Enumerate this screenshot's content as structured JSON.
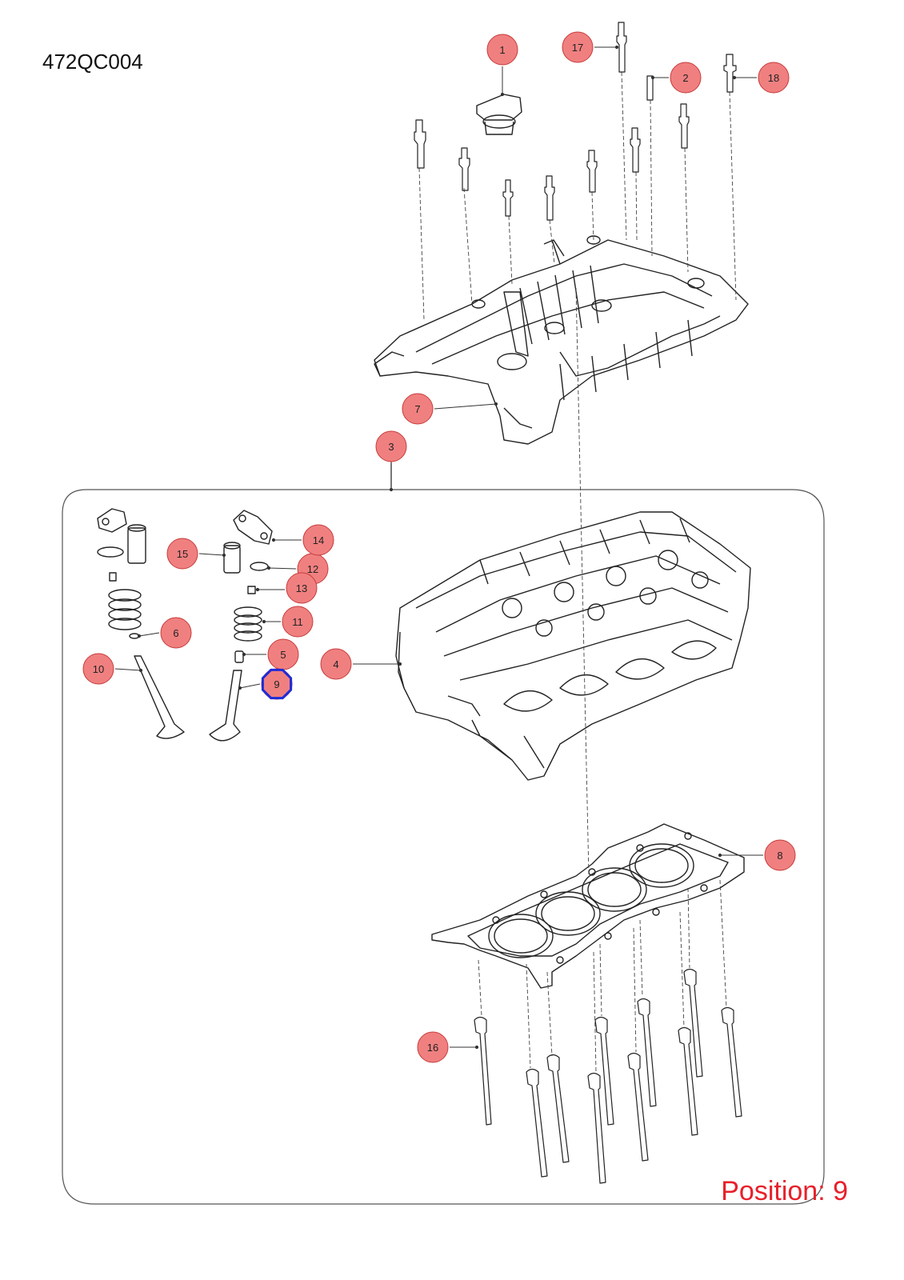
{
  "diagram": {
    "code": "472QC004",
    "position_label": "Position: 9",
    "selected_callout": "9",
    "colors": {
      "callout_fill": "#f08080",
      "callout_stroke": "#c83c3c",
      "selection": "#1f2bd6",
      "position_text": "#e8202a",
      "line_art": "#222222"
    },
    "callouts": [
      {
        "id": "1",
        "label": "1"
      },
      {
        "id": "2",
        "label": "2"
      },
      {
        "id": "3",
        "label": "3"
      },
      {
        "id": "4",
        "label": "4"
      },
      {
        "id": "5",
        "label": "5"
      },
      {
        "id": "6",
        "label": "6"
      },
      {
        "id": "7",
        "label": "7"
      },
      {
        "id": "8",
        "label": "8"
      },
      {
        "id": "9",
        "label": "9"
      },
      {
        "id": "10",
        "label": "10"
      },
      {
        "id": "11",
        "label": "11"
      },
      {
        "id": "12",
        "label": "12"
      },
      {
        "id": "13",
        "label": "13"
      },
      {
        "id": "14",
        "label": "14"
      },
      {
        "id": "15",
        "label": "15"
      },
      {
        "id": "16",
        "label": "16"
      },
      {
        "id": "17",
        "label": "17"
      },
      {
        "id": "18",
        "label": "18"
      }
    ],
    "parts": [
      {
        "id": "oil-filler-cap",
        "icon": "oil-cap-icon"
      },
      {
        "id": "cylinder-head-cover",
        "icon": "valve-cover-icon"
      },
      {
        "id": "cylinder-head",
        "icon": "cylinder-head-icon"
      },
      {
        "id": "head-gasket",
        "icon": "gasket-icon"
      },
      {
        "id": "valve",
        "icon": "valve-icon"
      },
      {
        "id": "valve-spring",
        "icon": "spring-icon"
      },
      {
        "id": "head-bolt",
        "icon": "bolt-icon"
      }
    ]
  }
}
